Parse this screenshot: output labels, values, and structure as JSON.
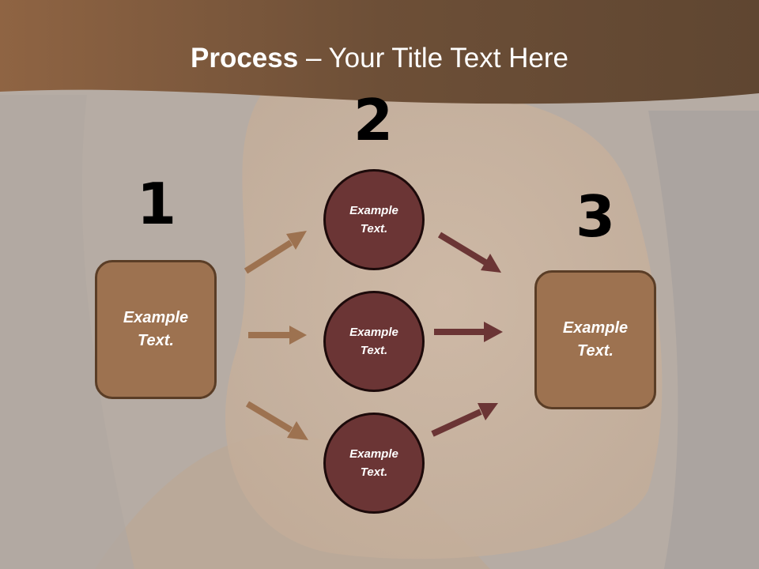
{
  "slide": {
    "title_bold": "Process",
    "title_rest": " – Your Title Text Here"
  },
  "steps": {
    "one": "1",
    "two": "2",
    "three": "3"
  },
  "left_box": {
    "line1": "Example",
    "line2": "Text."
  },
  "circles": [
    {
      "line1": "Example",
      "line2": "Text."
    },
    {
      "line1": "Example",
      "line2": "Text."
    },
    {
      "line1": "Example",
      "line2": "Text."
    }
  ],
  "right_box": {
    "line1": "Example",
    "line2": "Text."
  },
  "colors": {
    "band": "#7d5a3d",
    "box_fill": "#9d7250",
    "circle_fill": "#6b3535",
    "arrow_in": "#9d7250",
    "arrow_out": "#6b3535"
  }
}
